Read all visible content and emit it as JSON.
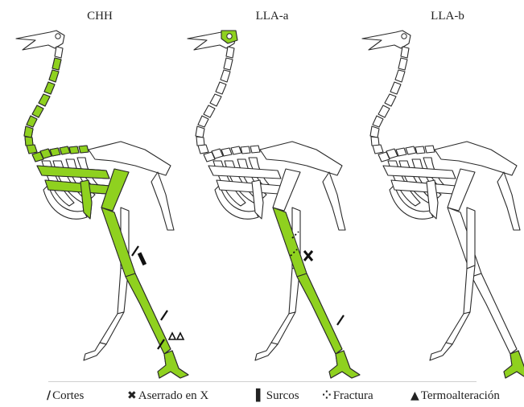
{
  "panels": [
    {
      "title": "CHH"
    },
    {
      "title": "LLA-a"
    },
    {
      "title": "LLA-b"
    }
  ],
  "colors": {
    "highlight": "#8fd11f",
    "outline": "#2a2a2a",
    "bone_fill": "#ffffff"
  },
  "legend": [
    {
      "symbol": "/",
      "icon": "cut-mark-icon",
      "label": "Cortes"
    },
    {
      "symbol": "✖",
      "icon": "x-saw-icon",
      "label": "Aserrado en X"
    },
    {
      "symbol": "▌",
      "icon": "groove-icon",
      "label": "Surcos"
    },
    {
      "symbol": "⁘",
      "icon": "fracture-icon",
      "label": "Fractura"
    },
    {
      "symbol": "▲",
      "icon": "triangle-icon",
      "label": "Termoalteración"
    }
  ]
}
